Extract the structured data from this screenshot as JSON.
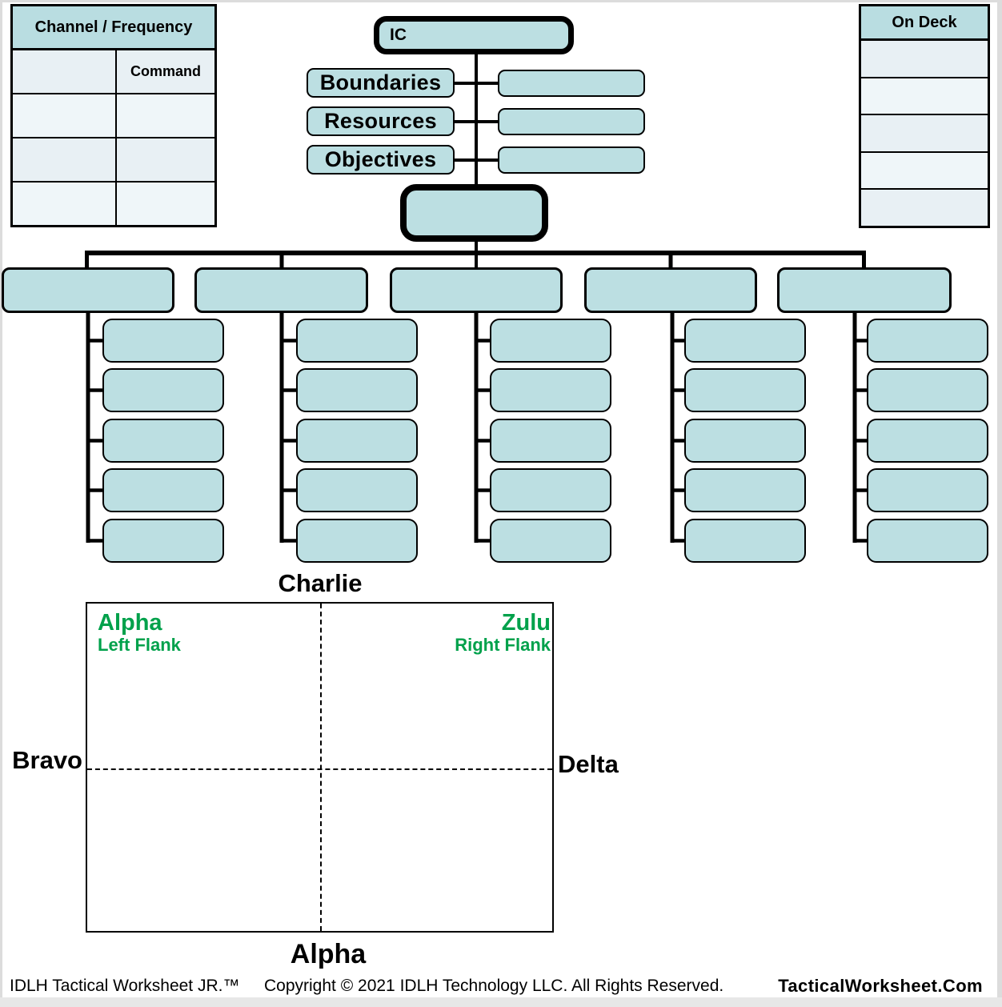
{
  "colors": {
    "box_fill": "#bcdfe2",
    "table_header_fill": "#b9dde1",
    "table_row_fill": "#e8f0f4",
    "table_row_fill_alt": "#eff6f9",
    "line_color": "#000000",
    "flank_green": "#00a14b"
  },
  "channel_table": {
    "title": "Channel / Frequency",
    "command_label": "Command",
    "empty_rows": 3
  },
  "on_deck_table": {
    "title": "On Deck",
    "empty_rows": 5
  },
  "command_structure": {
    "ic_label": "IC",
    "side_labels": [
      "Boundaries",
      "Resources",
      "Objectives"
    ],
    "divisions": 5,
    "units_per_division": 5
  },
  "quadrant": {
    "top_label": "Charlie",
    "left_label": "Bravo",
    "right_label": "Delta",
    "bottom_label": "Alpha",
    "top_left_name": "Alpha",
    "top_left_sub": "Left Flank",
    "top_right_name": "Zulu",
    "top_right_sub": "Right Flank"
  },
  "footer": {
    "product": "IDLH Tactical Worksheet JR.™",
    "copyright": "Copyright © 2021 IDLH Technology LLC. All Rights Reserved.",
    "brand": "TacticalWorksheet.Com"
  }
}
